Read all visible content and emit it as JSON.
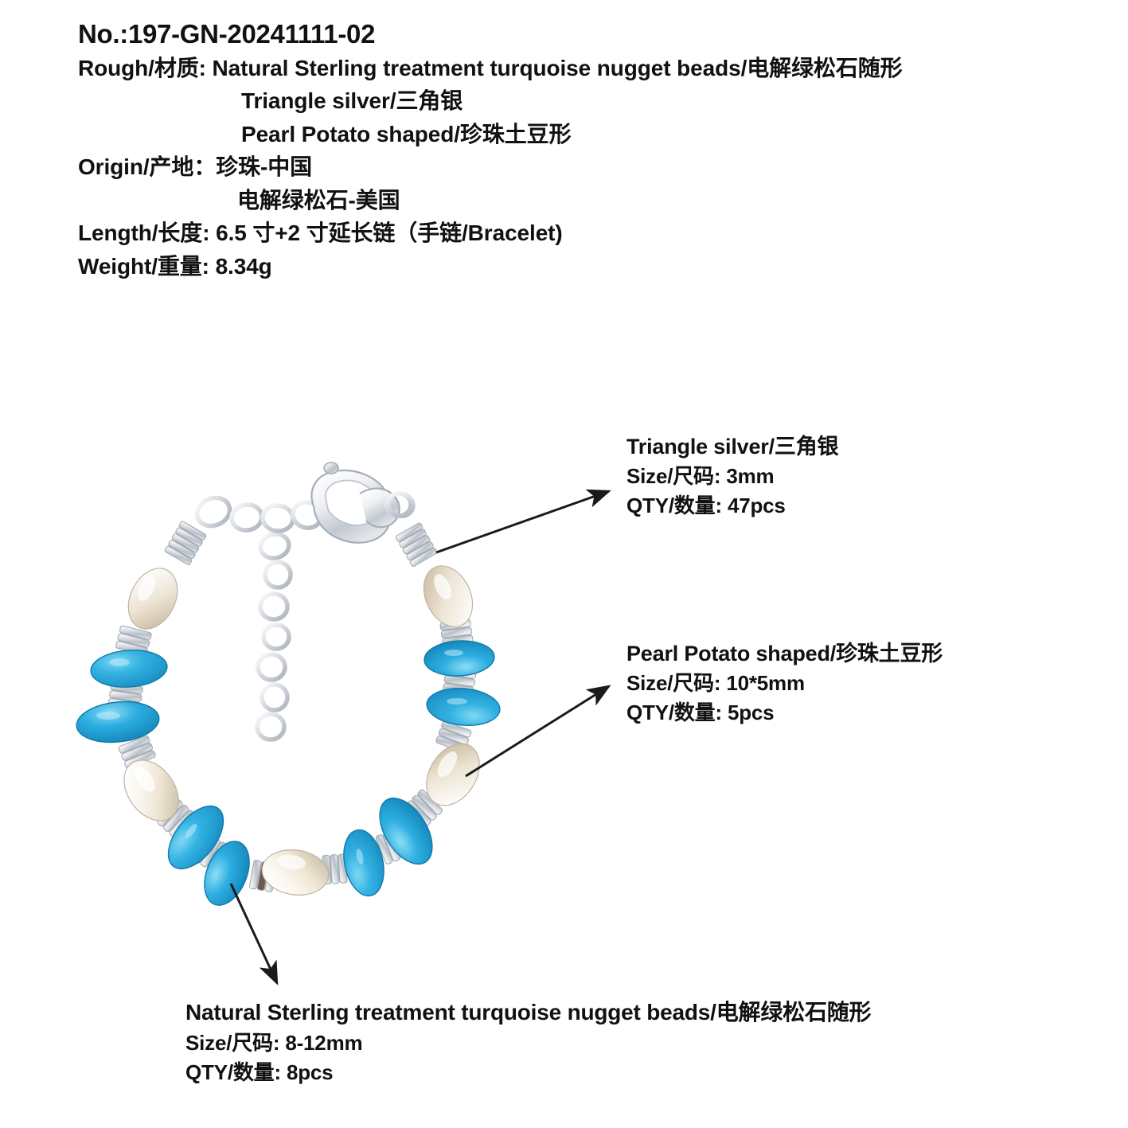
{
  "header": {
    "item_no": "No.:197-GN-20241111-02",
    "rough_label": "Rough/材质:",
    "rough_lines": [
      "Rough/材质: Natural Sterling treatment turquoise nugget beads/电解绿松石随形",
      "Triangle silver/三角银",
      "Pearl Potato shaped/珍珠土豆形"
    ],
    "origin_lines": [
      "Origin/产地：珍珠-中国",
      "电解绿松石-美国"
    ],
    "length_line": "Length/长度: 6.5 寸+2 寸延长链（手链/Bracelet)",
    "weight_line": "Weight/重量: 8.34g"
  },
  "callouts": [
    {
      "id": "silver",
      "title": "Triangle silver/三角银",
      "size": "Size/尺码: 3mm",
      "qty": "QTY/数量: 47pcs"
    },
    {
      "id": "pearl",
      "title": "Pearl Potato shaped/珍珠土豆形",
      "size": "Size/尺码: 10*5mm",
      "qty": "QTY/数量: 5pcs"
    },
    {
      "id": "turquoise",
      "title": "Natural Sterling treatment turquoise nugget beads/电解绿松石随形",
      "size": "Size/尺码: 8-12mm",
      "qty": "QTY/数量: 8pcs"
    }
  ],
  "product": {
    "type": "bracelet",
    "colors": {
      "turquoise": "#28ACDE",
      "turquoise_dark": "#1889BE",
      "turquoise_light": "#6FD0F0",
      "pearl": "#F4EFE6",
      "pearl_shadow": "#C9BFAE",
      "silver": "#DCDEE2",
      "silver_dark": "#9DA3AC",
      "arrow": "#1A1A1A",
      "background": "#FFFFFF"
    }
  }
}
